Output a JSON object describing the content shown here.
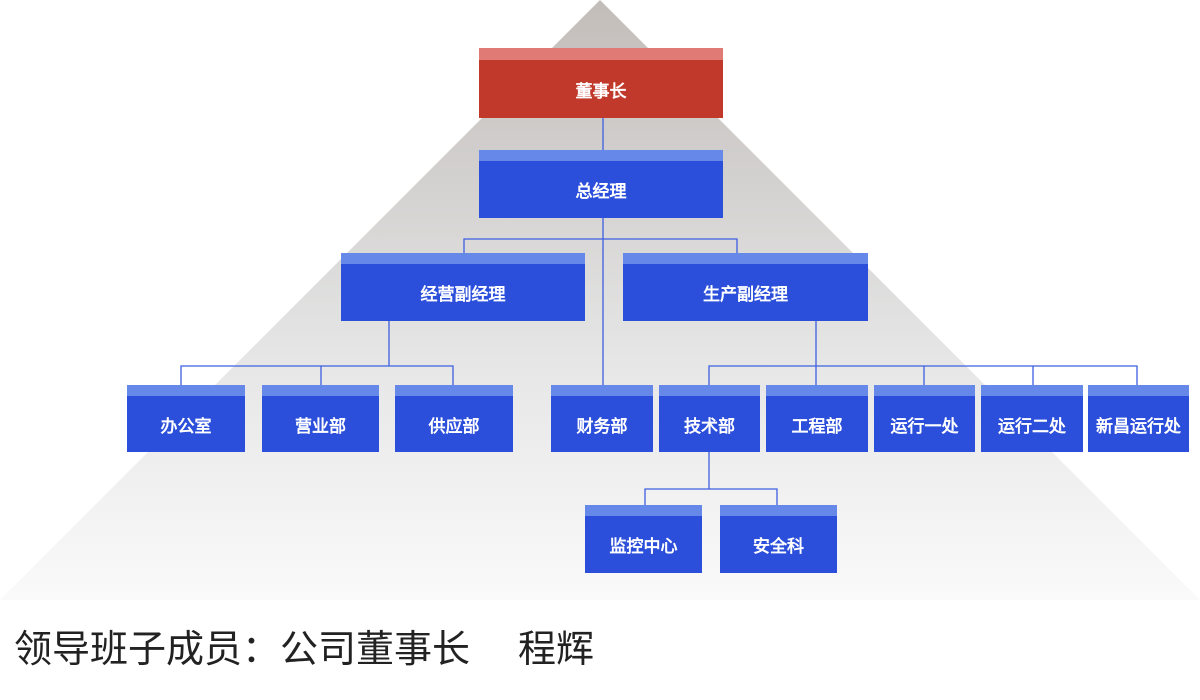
{
  "chart": {
    "nodes": {
      "chairman": "董事长",
      "general_manager": "总经理",
      "deputy_business": "经营副经理",
      "deputy_production": "生产副经理",
      "office": "办公室",
      "sales_dept": "营业部",
      "supply_dept": "供应部",
      "finance_dept": "财务部",
      "technology_dept": "技术部",
      "engineering_dept": "工程部",
      "operation_1": "运行一处",
      "operation_2": "运行二处",
      "xinchang_operation": "新昌运行处",
      "monitoring_center": "监控中心",
      "safety_section": "安全科"
    },
    "colors": {
      "chairman_fill": "#c0392b",
      "chairman_band": "#e07a74",
      "node_fill": "#2b4fdb",
      "node_band": "#6688e8",
      "connector": "#3d5fe0"
    }
  },
  "footer": {
    "label": "领导班子成员：公司董事长",
    "name": "程辉"
  }
}
